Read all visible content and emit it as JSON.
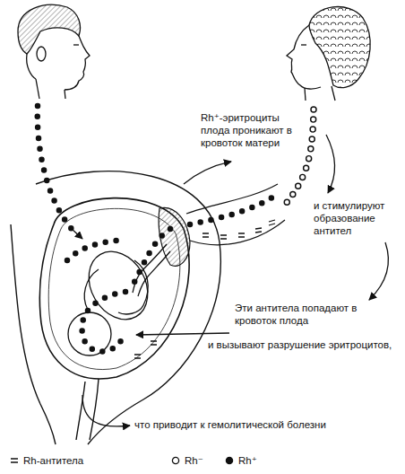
{
  "diagram": {
    "labels": [
      "Rh⁺-эритроциты плода проникают в кровоток матери",
      "и стимулируют образование антител",
      "Эти антитела попадают в кровоток плода",
      "и вызывают разрушение эритроцитов,",
      "что приводит к гемолитической болезни"
    ],
    "legend": [
      {
        "text": "Rh-антитела"
      },
      {
        "text": "Rh⁻"
      },
      {
        "text": "Rh⁺"
      }
    ]
  }
}
